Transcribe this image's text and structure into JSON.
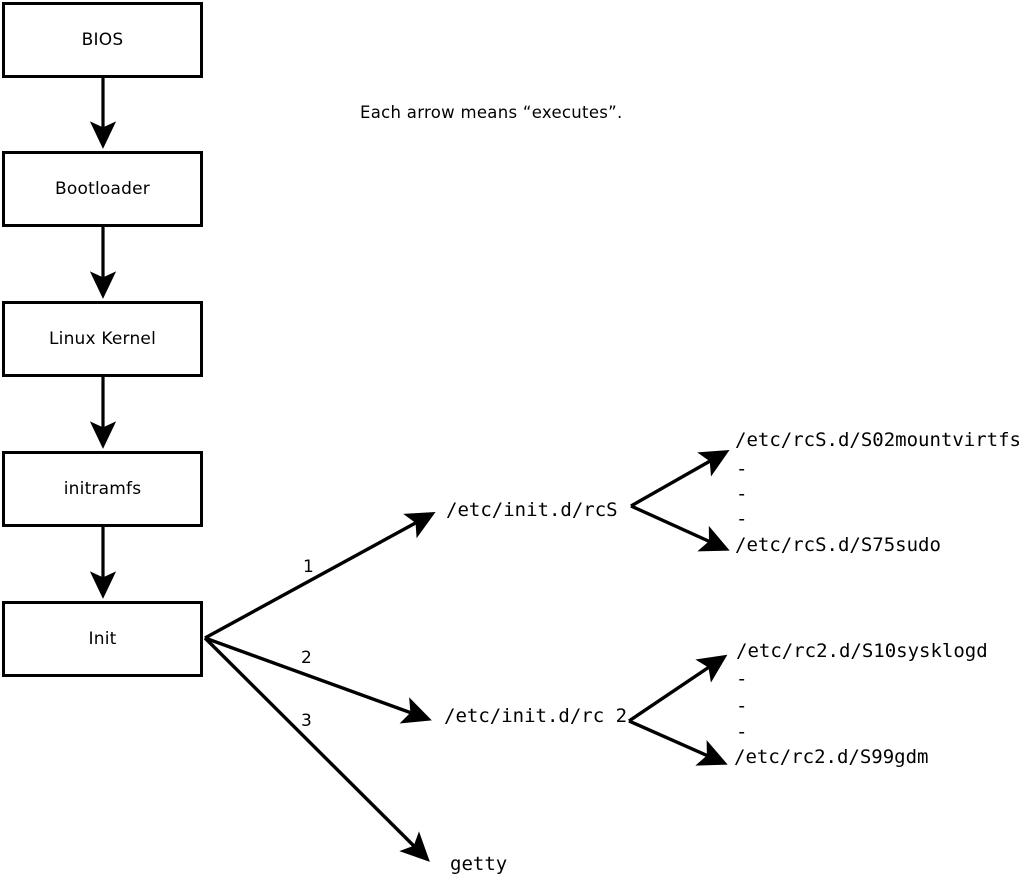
{
  "diagram": {
    "caption": "Each arrow means “executes”.",
    "boot_chain": [
      {
        "id": "bios",
        "label": "BIOS"
      },
      {
        "id": "bootloader",
        "label": "Bootloader"
      },
      {
        "id": "kernel",
        "label": "Linux Kernel"
      },
      {
        "id": "initramfs",
        "label": "initramfs"
      },
      {
        "id": "init",
        "label": "Init"
      }
    ],
    "init_branches": [
      {
        "number": "1",
        "target": "/etc/init.d/rcS"
      },
      {
        "number": "2",
        "target": "/etc/init.d/rc 2"
      },
      {
        "number": "3",
        "target": "getty"
      }
    ],
    "rcs_scripts": {
      "first": "/etc/rcS.d/S02mountvirtfs",
      "ellipsis": [
        "-",
        "-",
        "-"
      ],
      "last": "/etc/rcS.d/S75sudo"
    },
    "rc2_scripts": {
      "first": "/etc/rc2.d/S10sysklogd",
      "ellipsis": [
        "-",
        "-",
        "-"
      ],
      "last": "/etc/rc2.d/S99gdm"
    },
    "colors": {
      "stroke": "#000000",
      "background": "#ffffff",
      "text": "#000000"
    }
  }
}
